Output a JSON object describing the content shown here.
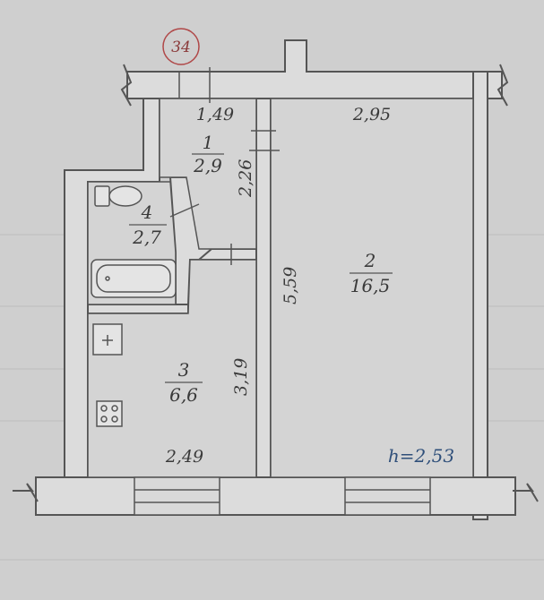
{
  "plan": {
    "apartment_number": "34",
    "height_label": "h=2,53",
    "rooms": [
      {
        "id": "1",
        "number": "1",
        "area": "2,9"
      },
      {
        "id": "2",
        "number": "2",
        "area": "16,5"
      },
      {
        "id": "3",
        "number": "3",
        "area": "6,6"
      },
      {
        "id": "4",
        "number": "4",
        "area": "2,7"
      }
    ],
    "dimensions": {
      "room1_width": "1,49",
      "room1_depth": "2,26",
      "room2_width": "2,95",
      "room2_depth": "5,59",
      "room3_width": "2,49",
      "room3_depth": "3,19"
    }
  },
  "colors": {
    "paper": "#d2d2d2",
    "wall_fill": "#dcdcdc",
    "line": "#555555",
    "badge": "#b04848",
    "height_text": "#2f4f7a"
  }
}
